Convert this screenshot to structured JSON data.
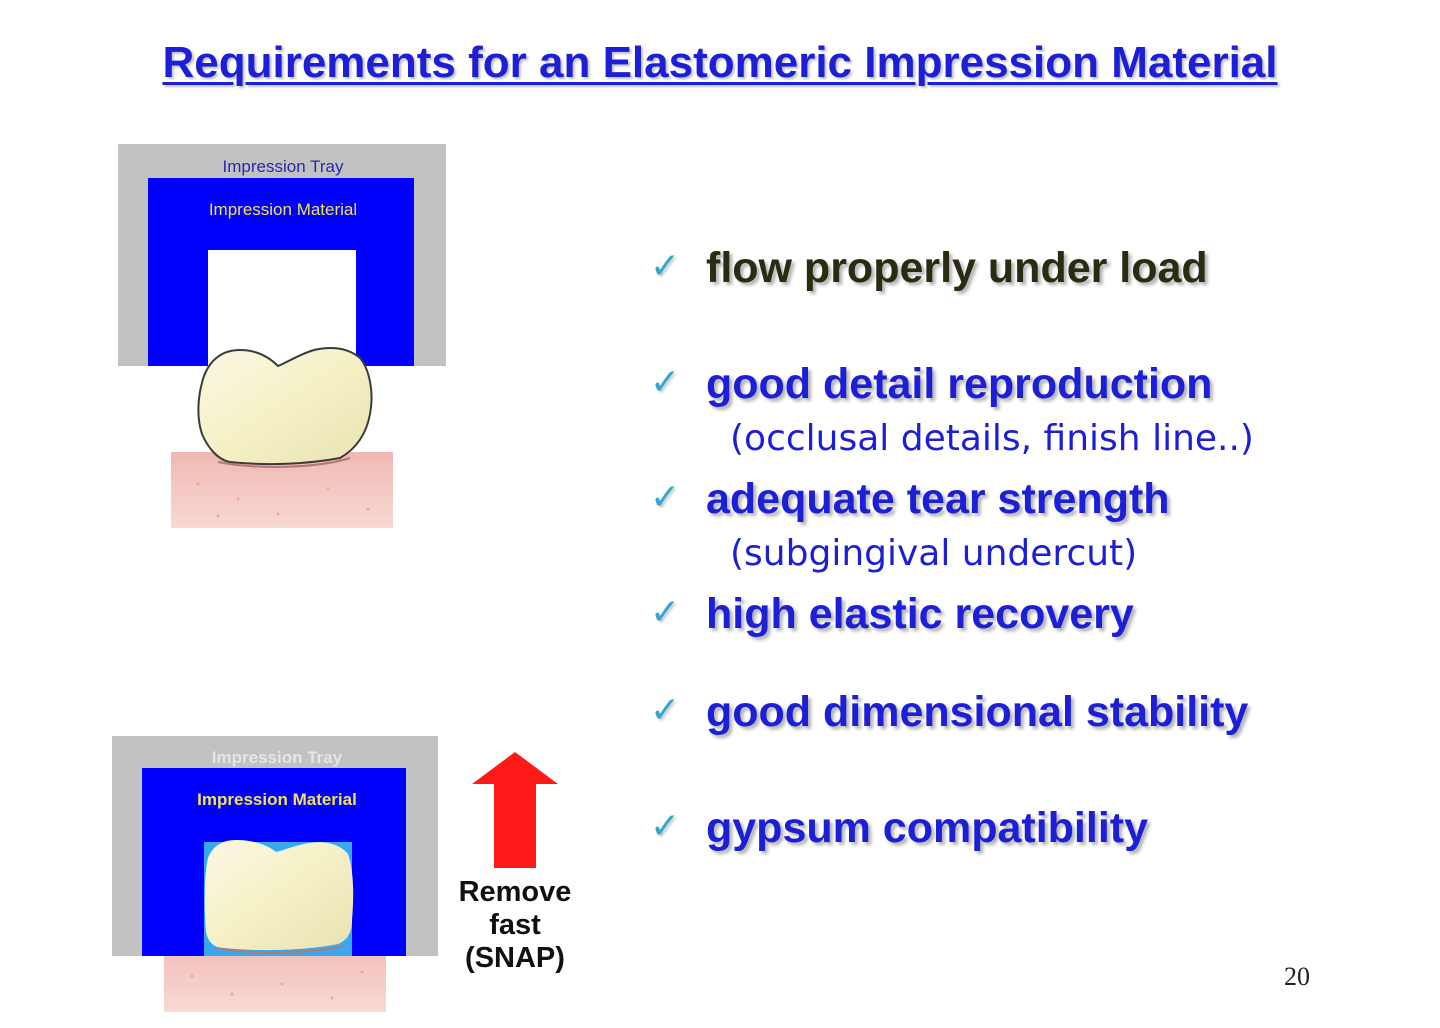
{
  "slide": {
    "title": "Requirements for an Elastomeric Impression Material",
    "page_number": "20"
  },
  "figure_top": {
    "tray_label": "Impression Tray",
    "material_label": "Impression Material"
  },
  "figure_bottom": {
    "tray_label": "Impression Tray",
    "material_label": "Impression Material",
    "remove_line1": "Remove",
    "remove_line2": "fast",
    "remove_line3": "(SNAP)"
  },
  "requirements": [
    {
      "check": "✓",
      "label": "flow properly under load",
      "sub": ""
    },
    {
      "check": "✓",
      "label": "good detail reproduction",
      "sub": "(occlusal details, finish line..)"
    },
    {
      "check": "✓",
      "label": "adequate tear strength",
      "sub": "(subgingival undercut)"
    },
    {
      "check": "✓",
      "label": "high elastic recovery",
      "sub": ""
    },
    {
      "check": "✓",
      "label": "good dimensional stability",
      "sub": ""
    },
    {
      "check": "✓",
      "label": "gypsum compatibility",
      "sub": ""
    }
  ],
  "colors": {
    "title": "#1d1fd6",
    "material": "#0000ff",
    "tray": "#c2c2c2",
    "check": "#33a7d1",
    "arrow": "#ff1a1a",
    "gum": "#f4c9c4"
  },
  "icons": {
    "check": "check-mark-icon",
    "arrow": "arrow-up-icon"
  }
}
